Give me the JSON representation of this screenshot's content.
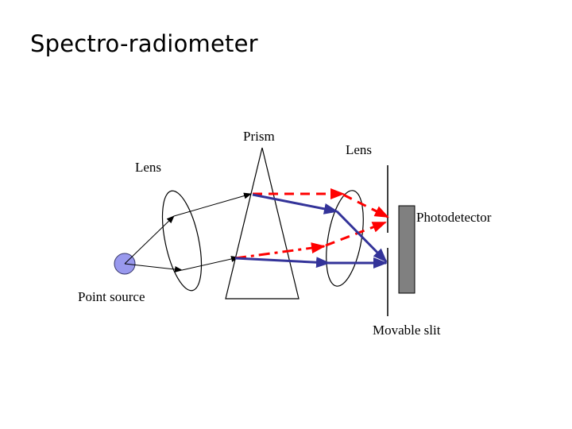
{
  "slide": {
    "title": "Spectro-radiometer"
  },
  "diagram": {
    "labels": {
      "lens_left": "Lens",
      "prism": "Prism",
      "lens_right": "Lens",
      "photodetector": "Photodetector",
      "point_source": "Point source",
      "movable_slit": "Movable slit"
    },
    "colors": {
      "point_source_fill": "#9999ee",
      "blue_ray": "#333399",
      "red_ray": "#ff0000",
      "detector_fill": "#808080",
      "line": "#000000"
    }
  }
}
